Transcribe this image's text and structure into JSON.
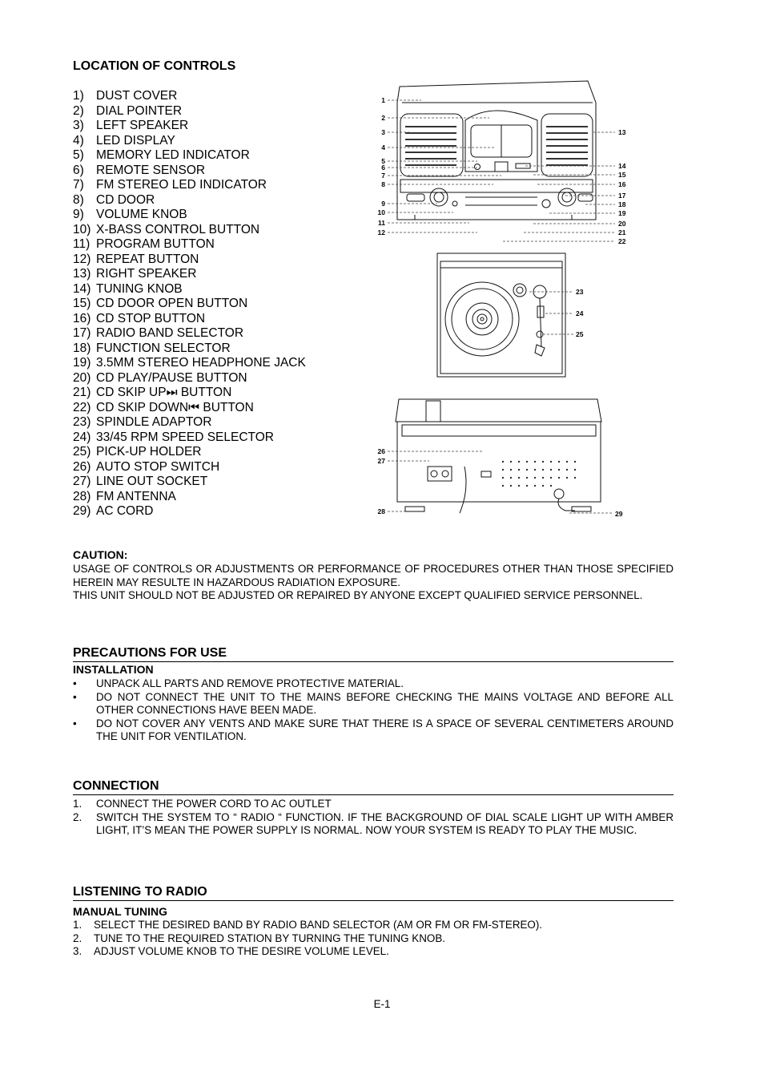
{
  "location": {
    "title": "LOCATION OF CONTROLS",
    "items": [
      {
        "n": "1)",
        "t": "DUST COVER"
      },
      {
        "n": "2)",
        "t": "DIAL POINTER"
      },
      {
        "n": "3)",
        "t": "LEFT SPEAKER"
      },
      {
        "n": "4)",
        "t": "LED DISPLAY"
      },
      {
        "n": "5)",
        "t": "MEMORY LED INDICATOR"
      },
      {
        "n": "6)",
        "t": "REMOTE SENSOR"
      },
      {
        "n": "7)",
        "t": "FM STEREO LED INDICATOR"
      },
      {
        "n": "8)",
        "t": "CD DOOR"
      },
      {
        "n": "9)",
        "t": "VOLUME KNOB"
      },
      {
        "n": "10)",
        "t": "X-BASS CONTROL BUTTON"
      },
      {
        "n": "11)",
        "t": "PROGRAM BUTTON"
      },
      {
        "n": "12)",
        "t": "REPEAT BUTTON"
      },
      {
        "n": "13)",
        "t": "RIGHT SPEAKER"
      },
      {
        "n": "14)",
        "t": "TUNING KNOB"
      },
      {
        "n": "15)",
        "t": "CD DOOR OPEN BUTTON"
      },
      {
        "n": "16)",
        "t": "CD STOP BUTTON"
      },
      {
        "n": "17)",
        "t": "RADIO BAND SELECTOR"
      },
      {
        "n": "18)",
        "t": "FUNCTION SELECTOR"
      },
      {
        "n": "19)",
        "t": "3.5MM STEREO HEADPHONE JACK"
      },
      {
        "n": "20)",
        "t": "CD PLAY/PAUSE BUTTON"
      },
      {
        "n": "21)",
        "t": "CD SKIP UP⏭  BUTTON"
      },
      {
        "n": "22)",
        "t": "CD SKIP DOWN⏮  BUTTON"
      },
      {
        "n": "23)",
        "t": "SPINDLE ADAPTOR"
      },
      {
        "n": "24)",
        "t": "33/45 RPM SPEED SELECTOR"
      },
      {
        "n": "25)",
        "t": "PICK-UP HOLDER"
      },
      {
        "n": "26)",
        "t": "AUTO STOP SWITCH"
      },
      {
        "n": "27)",
        "t": "LINE OUT SOCKET"
      },
      {
        "n": "28)",
        "t": "FM ANTENNA"
      },
      {
        "n": "29)",
        "t": "AC CORD"
      }
    ]
  },
  "figures": {
    "front": {
      "left": [
        "1",
        "2",
        "3",
        "4",
        "5",
        "6",
        "7",
        "8",
        "9",
        "10",
        "11",
        "12"
      ],
      "right": [
        "13",
        "14",
        "15",
        "16",
        "17",
        "18",
        "19",
        "20",
        "21",
        "22"
      ]
    },
    "top": {
      "right": [
        "23",
        "24",
        "25"
      ]
    },
    "rear": {
      "left": [
        "26",
        "27",
        "28"
      ],
      "right": [
        "29"
      ]
    }
  },
  "caution": {
    "title": "CAUTION:",
    "p1": "USAGE OF CONTROLS OR ADJUSTMENTS OR PERFORMANCE OF PROCEDURES OTHER THAN THOSE SPECIFIED HEREIN MAY RESULTE IN HAZARDOUS RADIATION EXPOSURE.",
    "p2": "THIS UNIT SHOULD NOT BE ADJUSTED OR REPAIRED BY ANYONE EXCEPT QUALIFIED SERVICE PERSONNEL."
  },
  "precautions": {
    "title": "PRECAUTIONS FOR USE",
    "subtitle": "INSTALLATION",
    "bullet": "•",
    "items": [
      "UNPACK ALL PARTS AND REMOVE PROTECTIVE MATERIAL.",
      "DO NOT CONNECT THE UNIT TO THE MAINS BEFORE CHECKING THE MAINS VOLTAGE AND BEFORE ALL OTHER CONNECTIONS HAVE BEEN MADE.",
      "DO NOT COVER ANY VENTS AND MAKE SURE THAT THERE IS A SPACE OF SEVERAL CENTIMETERS AROUND THE UNIT FOR VENTILATION."
    ]
  },
  "connection": {
    "title": "CONNECTION",
    "items": [
      {
        "n": "1.",
        "t": "CONNECT THE POWER CORD TO AC OUTLET"
      },
      {
        "n": "2.",
        "t": "SWITCH THE SYSTEM TO “ RADIO “ FUNCTION. IF THE BACKGROUND OF DIAL SCALE LIGHT UP WITH AMBER LIGHT, IT’S MEAN THE POWER SUPPLY IS NORMAL. NOW YOUR SYSTEM IS READY TO PLAY THE MUSIC."
      }
    ]
  },
  "radio": {
    "title": "LISTENING TO RADIO",
    "subtitle": "MANUAL TUNING",
    "items": [
      {
        "n": "1.",
        "t": "SELECT THE DESIRED BAND BY RADIO BAND SELECTOR (AM OR FM OR FM-STEREO)."
      },
      {
        "n": "2.",
        "t": "TUNE TO THE REQUIRED STATION BY TURNING THE TUNING KNOB."
      },
      {
        "n": "3.",
        "t": "ADJUST VOLUME KNOB TO THE DESIRE VOLUME LEVEL."
      }
    ]
  },
  "footer": {
    "page": "E-1"
  }
}
